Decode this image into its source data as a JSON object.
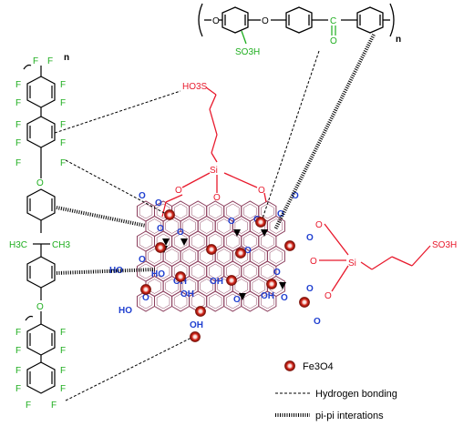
{
  "colors": {
    "black": "#000000",
    "green": "#1fae1f",
    "red": "#e8192c",
    "blue": "#1f3fd0",
    "lattice": "#8b3d5c",
    "nano_red": "#d6281c"
  },
  "top_polymer": {
    "o_left": "O",
    "o_mid": "O",
    "c_label": "C",
    "o_carbonyl": "O",
    "sulfo": "SO3H",
    "n_sub": "n"
  },
  "left_polymer": {
    "fluorines": [
      "F",
      "F",
      "F",
      "F",
      "F",
      "F",
      "F",
      "F",
      "F",
      "F",
      "F",
      "F",
      "F",
      "F",
      "F",
      "F",
      "F",
      "F",
      "F",
      "F",
      "F",
      "F"
    ],
    "o_top": "O",
    "o_bottom": "O",
    "n_sub": "n",
    "isopropylidene": "H3C",
    "methyl_right": "CH3"
  },
  "silane_top": {
    "si": "Si",
    "sulfonic": "HO3S",
    "o_labels": [
      "O",
      "O",
      "O"
    ]
  },
  "silane_right": {
    "si": "Si",
    "sulfonic": "SO3H",
    "o_labels": [
      "O",
      "O",
      "O"
    ]
  },
  "graphene": {
    "cooh_left_top": "HO",
    "cooh_left_bottom": "HO",
    "oh_labels": [
      "HO",
      "OH",
      "OH",
      "OH",
      "OH"
    ],
    "epoxide_o": [
      "O",
      "O",
      "O",
      "O",
      "O",
      "O",
      "O",
      "O",
      "O"
    ],
    "carbonyl_o": [
      "O",
      "O",
      "O",
      "O",
      "O",
      "O",
      "O",
      "O"
    ],
    "bottom_oh": "OH"
  },
  "legend": {
    "fe3o4": "Fe3O4",
    "hbond": "Hydrogen bonding",
    "pipi": "pi-pi interations"
  }
}
